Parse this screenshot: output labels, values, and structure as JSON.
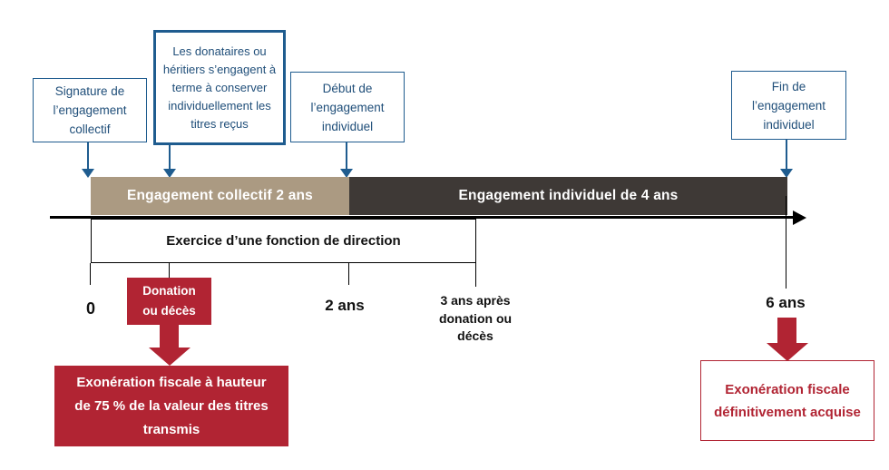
{
  "colors": {
    "blue": "#1f5c8f",
    "blue-text": "#1f4e79",
    "tan": "#ab9a82",
    "dark": "#3e3936",
    "red": "#b12433"
  },
  "top_boxes": [
    {
      "label": "Signature de l’engagement collectif"
    },
    {
      "label": "Les donataires ou héritiers s’engagent à terme à conserver individuellement les titres reçus"
    },
    {
      "label": "Début de l’engagement individuel"
    },
    {
      "label": "Fin de l’engagement individuel"
    }
  ],
  "bars": {
    "collectif": "Engagement collectif 2 ans",
    "individuel": "Engagement individuel de 4 ans"
  },
  "function_box": "Exercice d’une fonction de direction",
  "axis_labels": {
    "zero": "0",
    "two_years": "2 ans",
    "three_years": "3 ans après donation ou décès",
    "six_years": "6 ans"
  },
  "donation_box": "Donation ou décès",
  "exoneration_left": "Exonération fiscale à hauteur de 75 % de la valeur des titres transmis",
  "exoneration_right": "Exonération fiscale définitivement acquise"
}
